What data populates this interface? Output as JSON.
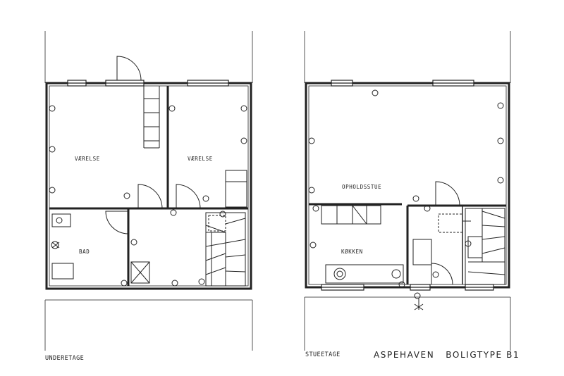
{
  "plans": {
    "lower": {
      "floor_label": "UNDERETAGE",
      "rooms": {
        "room1": "VÆRELSE",
        "room2": "VÆRELSE",
        "bath": "BAD"
      }
    },
    "ground": {
      "floor_label": "STUEETAGE",
      "rooms": {
        "living": "OPHOLDSSTUE",
        "kitchen": "KØKKEN"
      }
    }
  },
  "title_block": {
    "project": "ASPEHAVEN",
    "type": "BOLIGTYPE B1"
  },
  "colors": {
    "wall": "#1a1a1a",
    "line": "#333333",
    "background": "#ffffff"
  }
}
